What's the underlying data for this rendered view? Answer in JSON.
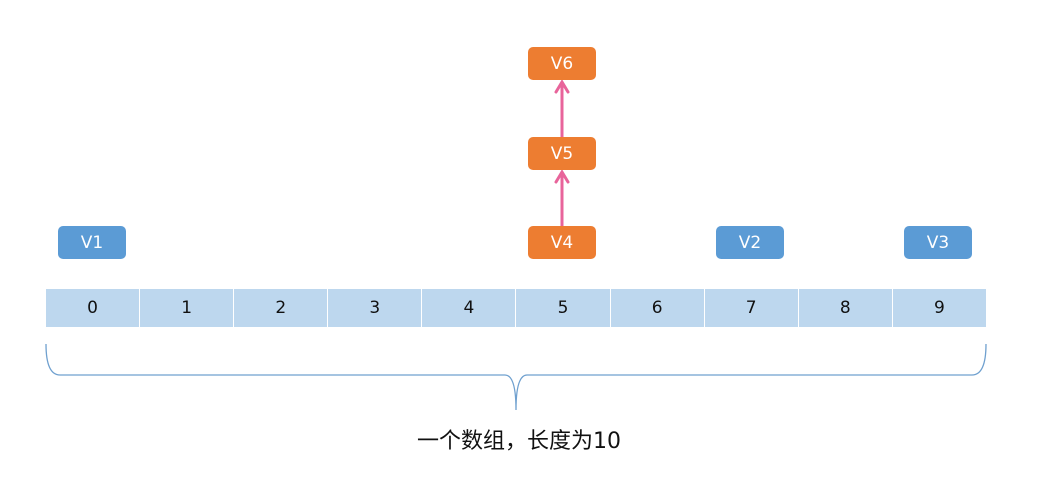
{
  "array": {
    "length": 10,
    "indices": [
      "0",
      "1",
      "2",
      "3",
      "4",
      "5",
      "6",
      "7",
      "8",
      "9"
    ],
    "cell_color": "#bdd7ee"
  },
  "nodes": [
    {
      "id": "V1",
      "label": "V1",
      "index": 0,
      "level": 0,
      "color": "#5b9bd5"
    },
    {
      "id": "V2",
      "label": "V2",
      "index": 7,
      "level": 0,
      "color": "#5b9bd5"
    },
    {
      "id": "V3",
      "label": "V3",
      "index": 9,
      "level": 0,
      "color": "#5b9bd5"
    },
    {
      "id": "V4",
      "label": "V4",
      "index": 5,
      "level": 0,
      "color": "#ed7d31"
    },
    {
      "id": "V5",
      "label": "V5",
      "index": 5,
      "level": 1,
      "color": "#ed7d31"
    },
    {
      "id": "V6",
      "label": "V6",
      "index": 5,
      "level": 2,
      "color": "#ed7d31"
    }
  ],
  "edges": [
    {
      "from": "V4",
      "to": "V5",
      "color": "#e8649b"
    },
    {
      "from": "V5",
      "to": "V6",
      "color": "#e8649b"
    }
  ],
  "brace_color": "#6fa0cf",
  "caption": "一个数组，长度为10"
}
